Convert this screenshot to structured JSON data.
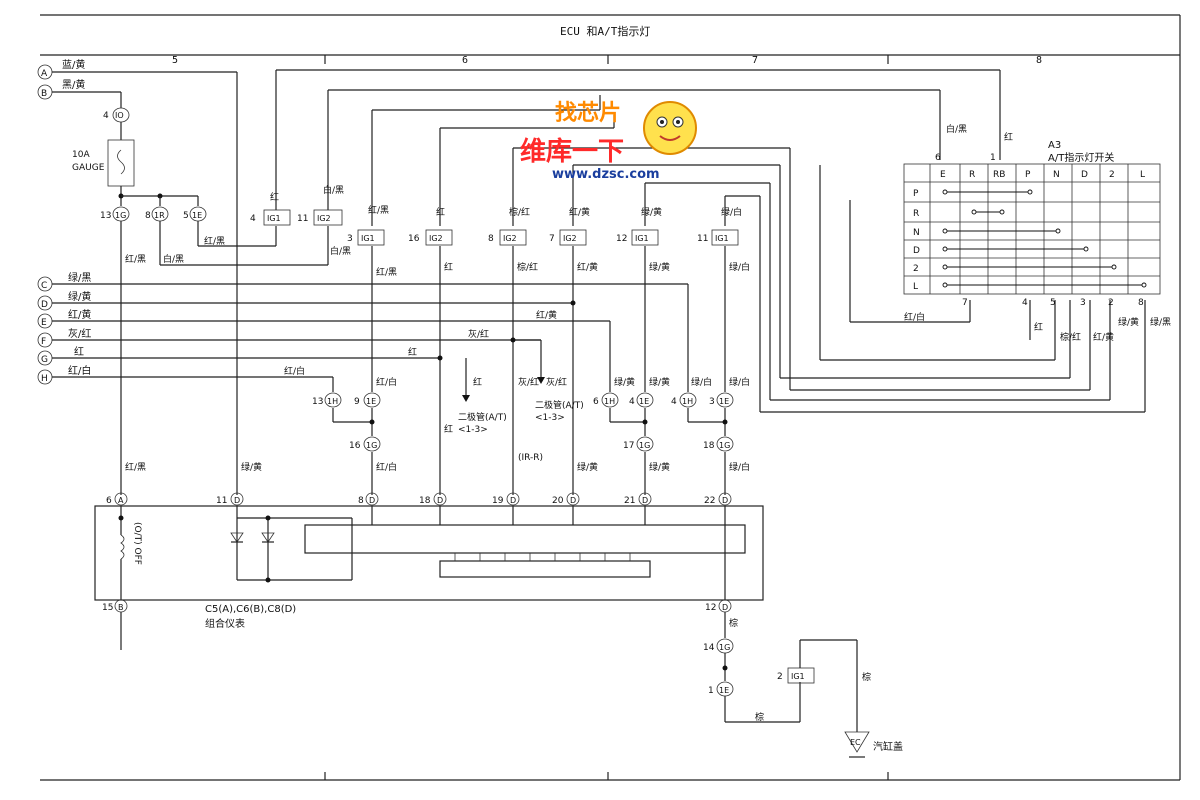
{
  "header": {
    "title": "ECU 和A/T指示灯",
    "sections": [
      "5",
      "6",
      "7",
      "8"
    ]
  },
  "watermark": {
    "logo": "找芯片",
    "cn": "维库一下",
    "url": "www.dzsc.com"
  },
  "left_terminals": [
    {
      "id": "A",
      "wire": "蓝/黄"
    },
    {
      "id": "B",
      "wire": "黑/黄"
    },
    {
      "id": "C",
      "wire": "绿/黑"
    },
    {
      "id": "D",
      "wire": "绿/黄"
    },
    {
      "id": "E",
      "wire": "红/黄"
    },
    {
      "id": "F",
      "wire": "灰/红"
    },
    {
      "id": "G",
      "wire": "红"
    },
    {
      "id": "H",
      "wire": "红/白"
    }
  ],
  "fuse": {
    "label1": "10A",
    "label2": "GAUGE"
  },
  "top_connectors": [
    {
      "pin": "4",
      "name": "IG1",
      "wire": "红"
    },
    {
      "pin": "11",
      "name": "IG2",
      "wire": "白/黑"
    },
    {
      "pin": "3",
      "name": "IG1",
      "wire": "红/黑"
    },
    {
      "pin": "16",
      "name": "IG2",
      "wire": "红"
    },
    {
      "pin": "8",
      "name": "IG2",
      "wire": "棕/红"
    },
    {
      "pin": "7",
      "name": "IG2",
      "wire": "红/黄"
    },
    {
      "pin": "12",
      "name": "IG1",
      "wire": "绿/黄"
    },
    {
      "pin": "11",
      "name": "IG1",
      "wire": "绿/白"
    }
  ],
  "splice_labels": {
    "s4": "4",
    "s4c": "IO",
    "s13": "13",
    "s13c": "1G",
    "s8": "8",
    "s8c": "1R",
    "s5": "5",
    "s5c": "1E"
  },
  "wire_labels": {
    "red_black": "红/黑",
    "white_black": "白/黑",
    "red_black2": "红/黑",
    "red": "红",
    "red_white": "红/白",
    "red_yellow": "红/黄",
    "gray_red": "灰/红",
    "green_yellow": "绿/黄",
    "green_white": "绿/白",
    "brown": "棕",
    "brown_red": "棕/红"
  },
  "diodes": {
    "d1": "二极管(A/T)",
    "d1b": "<1-3>",
    "d2": "二极管(A/T)",
    "d2b": "<1-3>",
    "d2c": "(IR-R)"
  },
  "mid_connectors": [
    {
      "pin": "13",
      "name": "1H"
    },
    {
      "pin": "9",
      "name": "1E"
    },
    {
      "pin": "16",
      "name": "1G"
    },
    {
      "pin": "6",
      "name": "1H"
    },
    {
      "pin": "4",
      "name": "1E"
    },
    {
      "pin": "17",
      "name": "1G"
    },
    {
      "pin": "4",
      "name": "1H"
    },
    {
      "pin": "3",
      "name": "1E"
    },
    {
      "pin": "18",
      "name": "1G"
    }
  ],
  "meter_pins": [
    {
      "pin": "6",
      "name": "A"
    },
    {
      "pin": "11",
      "name": "D"
    },
    {
      "pin": "8",
      "name": "D"
    },
    {
      "pin": "18",
      "name": "D"
    },
    {
      "pin": "19",
      "name": "D"
    },
    {
      "pin": "20",
      "name": "D"
    },
    {
      "pin": "21",
      "name": "D"
    },
    {
      "pin": "22",
      "name": "D"
    }
  ],
  "meter": {
    "label1": "C5(A),C6(B),C8(D)",
    "label2": "组合仪表",
    "lamp": "(O/T) OFF",
    "pin15": "15",
    "pin15c": "B",
    "pin12": "12",
    "pin12c": "D"
  },
  "ground": {
    "c14": "14",
    "c14n": "1G",
    "c1": "1",
    "c1n": "1E",
    "c2": "2",
    "c2n": "IG1",
    "ec": "EC",
    "label": "汽缸盖"
  },
  "switch": {
    "code": "A3",
    "title": "A/T指示灯开关",
    "columns": [
      "E",
      "R",
      "RB",
      "P",
      "N",
      "D",
      "2",
      "L"
    ],
    "rows": [
      "P",
      "R",
      "N",
      "D",
      "2",
      "L"
    ],
    "top_pins": [
      "6",
      "1"
    ],
    "bottom_pins": [
      "7",
      "4",
      "5",
      "3",
      "2",
      "8"
    ],
    "top_wires": [
      "白/黑",
      "红"
    ],
    "bottom_wires": [
      "红/白",
      "红",
      "棕/红",
      "红/黄",
      "绿/黄",
      "绿/黑"
    ]
  }
}
